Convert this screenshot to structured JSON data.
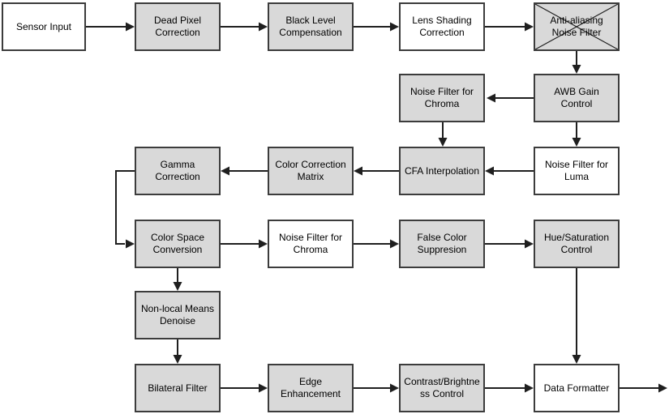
{
  "diagram": {
    "type": "flowchart",
    "description": "Image signal processing pipeline block diagram",
    "colors": {
      "box_fill_gray": "#d9d9d9",
      "box_fill_white": "#ffffff",
      "box_border": "#3c3c3c",
      "connector": "#1f1f1f",
      "background": "#ffffff",
      "text": "#000000"
    }
  },
  "nodes": [
    {
      "id": "sensor-input",
      "label": "Sensor Input",
      "fill": "white",
      "crossed_out": false
    },
    {
      "id": "dead-pixel-correction",
      "label": "Dead Pixel Correction",
      "fill": "gray",
      "crossed_out": false
    },
    {
      "id": "black-level-compensation",
      "label": "Black Level Compensation",
      "fill": "gray",
      "crossed_out": false
    },
    {
      "id": "lens-shading-correction",
      "label": "Lens Shading Correction",
      "fill": "white",
      "crossed_out": false
    },
    {
      "id": "anti-aliasing-noise-filter",
      "label": "Anti-aliasing Noise Filter",
      "fill": "gray",
      "crossed_out": true
    },
    {
      "id": "noise-filter-for-chroma-top",
      "label": "Noise Filter for Chroma",
      "fill": "gray",
      "crossed_out": false
    },
    {
      "id": "awb-gain-control",
      "label": "AWB Gain Control",
      "fill": "gray",
      "crossed_out": false
    },
    {
      "id": "gamma-correction",
      "label": "Gamma Correction",
      "fill": "gray",
      "crossed_out": false
    },
    {
      "id": "color-correction-matrix",
      "label": "Color Correction Matrix",
      "fill": "gray",
      "crossed_out": false
    },
    {
      "id": "cfa-interpolation",
      "label": "CFA Interpolation",
      "fill": "gray",
      "crossed_out": false
    },
    {
      "id": "noise-filter-for-luma",
      "label": "Noise Filter for Luma",
      "fill": "white",
      "crossed_out": false
    },
    {
      "id": "color-space-conversion",
      "label": "Color Space Conversion",
      "fill": "gray",
      "crossed_out": false
    },
    {
      "id": "noise-filter-for-chroma-mid",
      "label": "Noise Filter for Chroma",
      "fill": "white",
      "crossed_out": false
    },
    {
      "id": "false-color-suppresion",
      "label": "False Color Suppresion",
      "fill": "gray",
      "crossed_out": false
    },
    {
      "id": "hue-saturation-control",
      "label": "Hue/Saturation Control",
      "fill": "gray",
      "crossed_out": false
    },
    {
      "id": "non-local-means-denoise",
      "label": "Non-local Means Denoise",
      "fill": "gray",
      "crossed_out": false
    },
    {
      "id": "bilateral-filter",
      "label": "Bilateral Filter",
      "fill": "gray",
      "crossed_out": false
    },
    {
      "id": "edge-enhancement",
      "label": "Edge Enhancement",
      "fill": "gray",
      "crossed_out": false
    },
    {
      "id": "contrast-brightness-control",
      "label": "Contrast/Brightness Control",
      "fill": "gray",
      "crossed_out": false
    },
    {
      "id": "data-formatter",
      "label": "Data Formatter",
      "fill": "white",
      "crossed_out": false
    }
  ],
  "edges": [
    {
      "from": "sensor-input",
      "to": "dead-pixel-correction",
      "direction": "right"
    },
    {
      "from": "dead-pixel-correction",
      "to": "black-level-compensation",
      "direction": "right"
    },
    {
      "from": "black-level-compensation",
      "to": "lens-shading-correction",
      "direction": "right"
    },
    {
      "from": "lens-shading-correction",
      "to": "anti-aliasing-noise-filter",
      "direction": "right"
    },
    {
      "from": "anti-aliasing-noise-filter",
      "to": "awb-gain-control",
      "direction": "down"
    },
    {
      "from": "awb-gain-control",
      "to": "noise-filter-for-chroma-top",
      "direction": "left"
    },
    {
      "from": "awb-gain-control",
      "to": "noise-filter-for-luma",
      "direction": "down"
    },
    {
      "from": "noise-filter-for-chroma-top",
      "to": "cfa-interpolation",
      "direction": "down"
    },
    {
      "from": "noise-filter-for-luma",
      "to": "cfa-interpolation",
      "direction": "left"
    },
    {
      "from": "cfa-interpolation",
      "to": "color-correction-matrix",
      "direction": "left"
    },
    {
      "from": "color-correction-matrix",
      "to": "gamma-correction",
      "direction": "left"
    },
    {
      "from": "gamma-correction",
      "to": "color-space-conversion",
      "direction": "elbow-left-down-right"
    },
    {
      "from": "color-space-conversion",
      "to": "noise-filter-for-chroma-mid",
      "direction": "right"
    },
    {
      "from": "noise-filter-for-chroma-mid",
      "to": "false-color-suppresion",
      "direction": "right"
    },
    {
      "from": "false-color-suppresion",
      "to": "hue-saturation-control",
      "direction": "right"
    },
    {
      "from": "color-space-conversion",
      "to": "non-local-means-denoise",
      "direction": "down"
    },
    {
      "from": "non-local-means-denoise",
      "to": "bilateral-filter",
      "direction": "down"
    },
    {
      "from": "hue-saturation-control",
      "to": "data-formatter",
      "direction": "down"
    },
    {
      "from": "bilateral-filter",
      "to": "edge-enhancement",
      "direction": "right"
    },
    {
      "from": "edge-enhancement",
      "to": "contrast-brightness-control",
      "direction": "right"
    },
    {
      "from": "contrast-brightness-control",
      "to": "data-formatter",
      "direction": "right"
    },
    {
      "from": "data-formatter",
      "to": "output",
      "direction": "right-exit"
    }
  ]
}
